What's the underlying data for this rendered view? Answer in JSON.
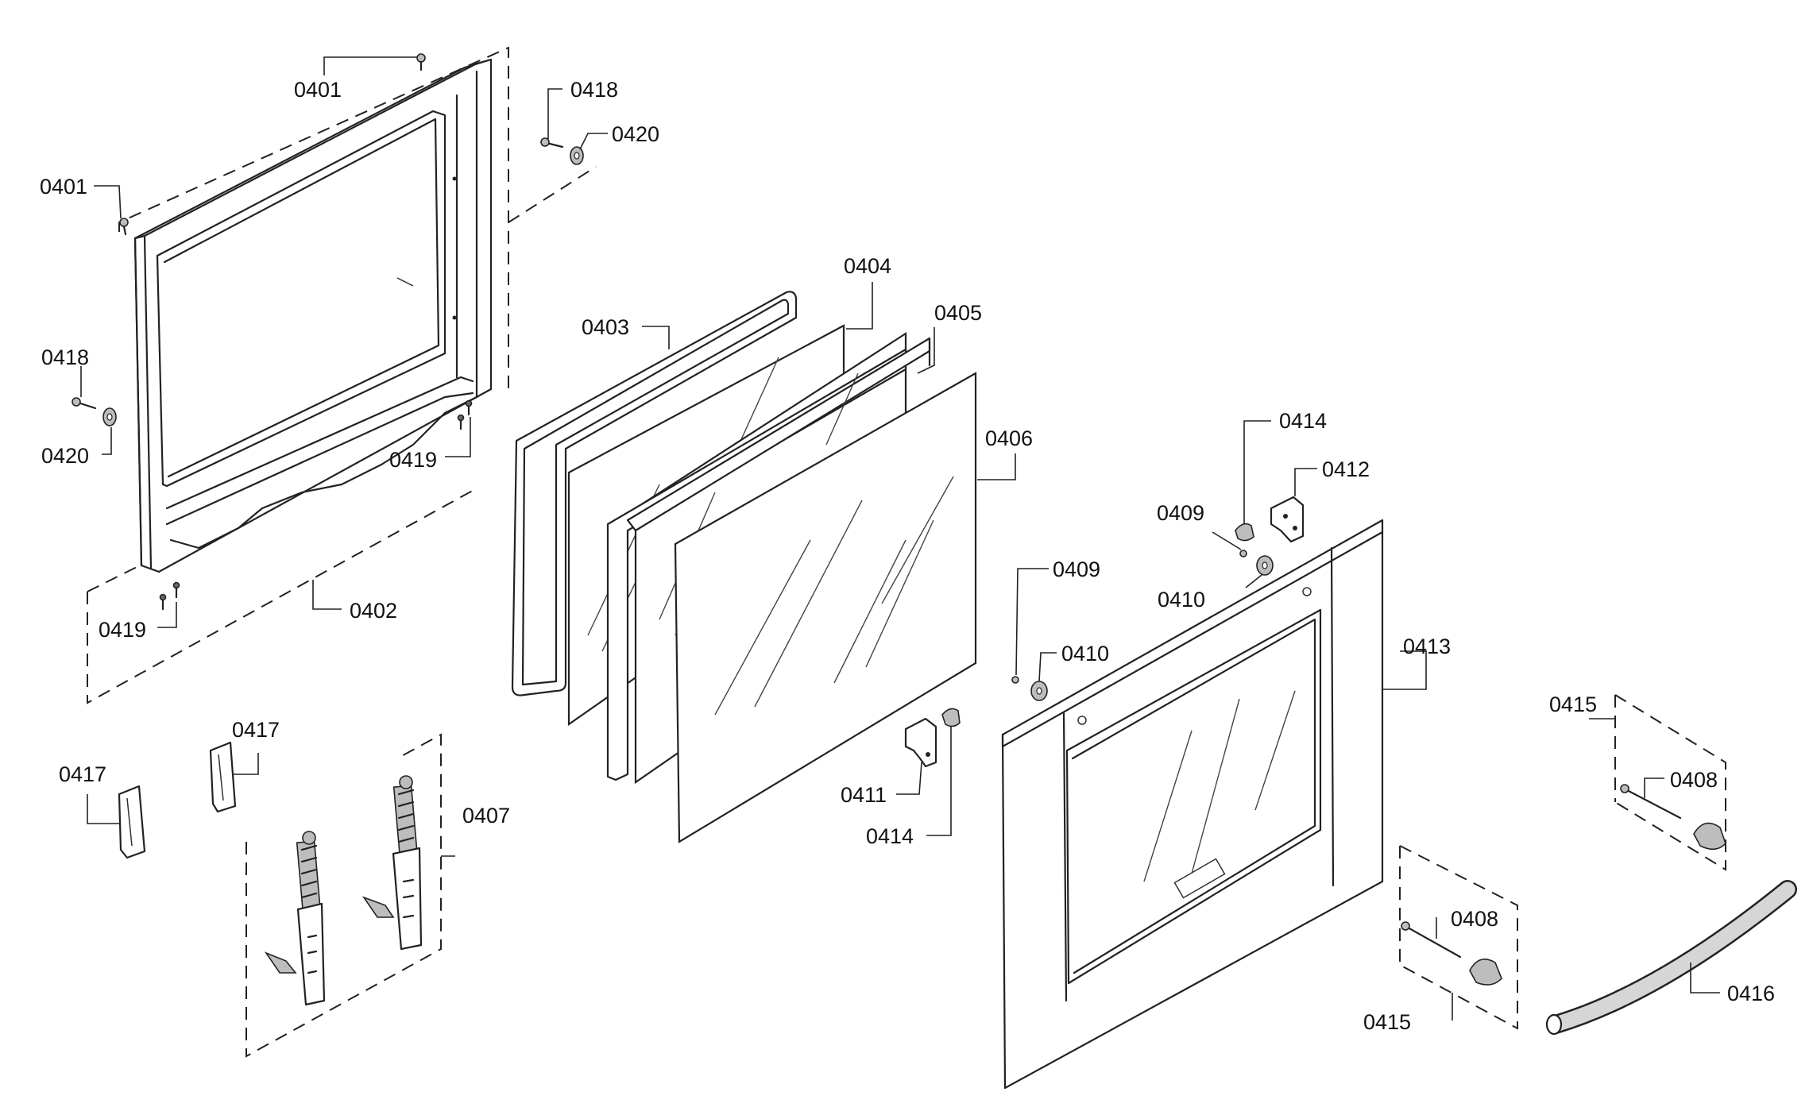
{
  "diagram": {
    "labels": {
      "p0401_top": "0401",
      "p0401_left": "0401",
      "p0418_top": "0418",
      "p0420_top": "0420",
      "p0418_left": "0418",
      "p0420_left": "0420",
      "p0419_right": "0419",
      "p0419_left": "0419",
      "p0402": "0402",
      "p0403": "0403",
      "p0404": "0404",
      "p0405": "0405",
      "p0406": "0406",
      "p0407": "0407",
      "p0417_a": "0417",
      "p0417_b": "0417",
      "p0414_top": "0414",
      "p0412": "0412",
      "p0409_top": "0409",
      "p0410_top": "0410",
      "p0409_mid": "0409",
      "p0410_mid": "0410",
      "p0411": "0411",
      "p0414_bot": "0414",
      "p0413": "0413",
      "p0415_top": "0415",
      "p0408_top": "0408",
      "p0408_bot": "0408",
      "p0415_bot": "0415",
      "p0416": "0416"
    }
  }
}
